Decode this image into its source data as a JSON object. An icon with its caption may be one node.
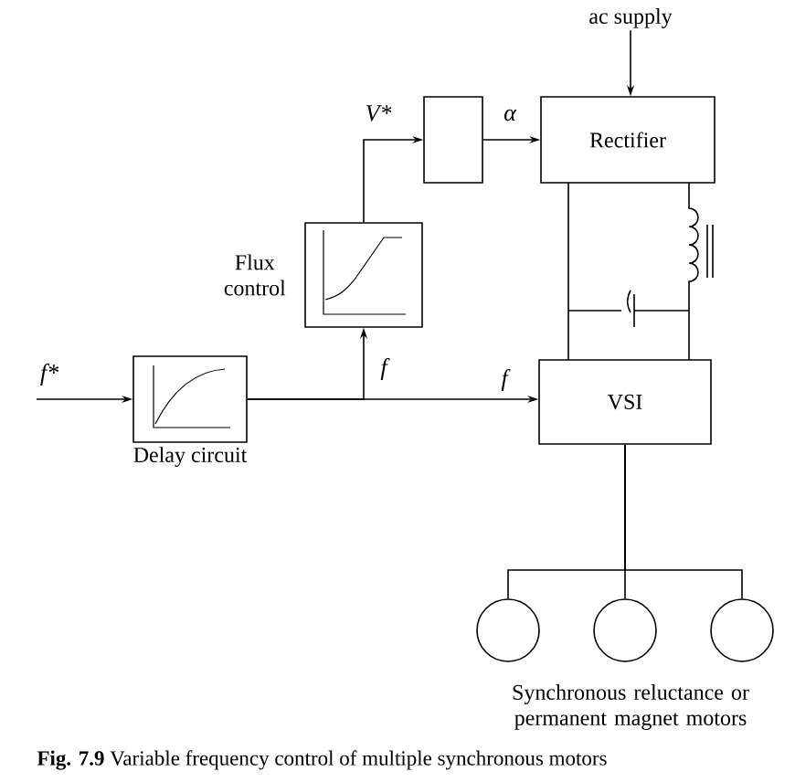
{
  "diagram": {
    "caption": "**Fig. 7.9** Variable frequency control of multiple synchronous motors",
    "nodes": [
      {
        "text": [
          "Delay circuit"
        ]
      },
      {
        "text": [
          "Flux control"
        ]
      },
      {
        "text": [],
        "shape": "box"
      },
      {
        "text": [
          "Rectifier"
        ]
      },
      {
        "text": [
          "VSI"
        ]
      },
      {
        "text": [],
        "shape": "circle"
      },
      {
        "text": [],
        "shape": "circle"
      },
      {
        "text": [],
        "shape": "circle"
      },
      {
        "text": [
          "ac supply"
        ]
      }
    ],
    "edges": [
      {
        "from": null,
        "to": 0,
        "arrow": "to",
        "label": "f*"
      },
      {
        "from": 0,
        "to": 1,
        "arrow": "to",
        "label": "f"
      },
      {
        "from": 0,
        "to": 4,
        "arrow": "to",
        "label": "f"
      },
      {
        "from": 1,
        "to": 2,
        "arrow": "to",
        "label": "V*"
      },
      {
        "from": 2,
        "to": 3,
        "arrow": "to",
        "label": "α"
      },
      {
        "from": 8,
        "to": 3,
        "arrow": "to"
      },
      {
        "from": 3,
        "to": 4,
        "arrow": "none"
      },
      {
        "from": 3,
        "to": 4,
        "arrow": "none"
      },
      {
        "from": 4,
        "to": 5,
        "arrow": "none"
      },
      {
        "from": 4,
        "to": 6,
        "arrow": "none"
      },
      {
        "from": 4,
        "to": 7,
        "arrow": "none"
      }
    ],
    "labels": [
      "Synchronous reluctance or permanent magnet motors"
    ]
  }
}
